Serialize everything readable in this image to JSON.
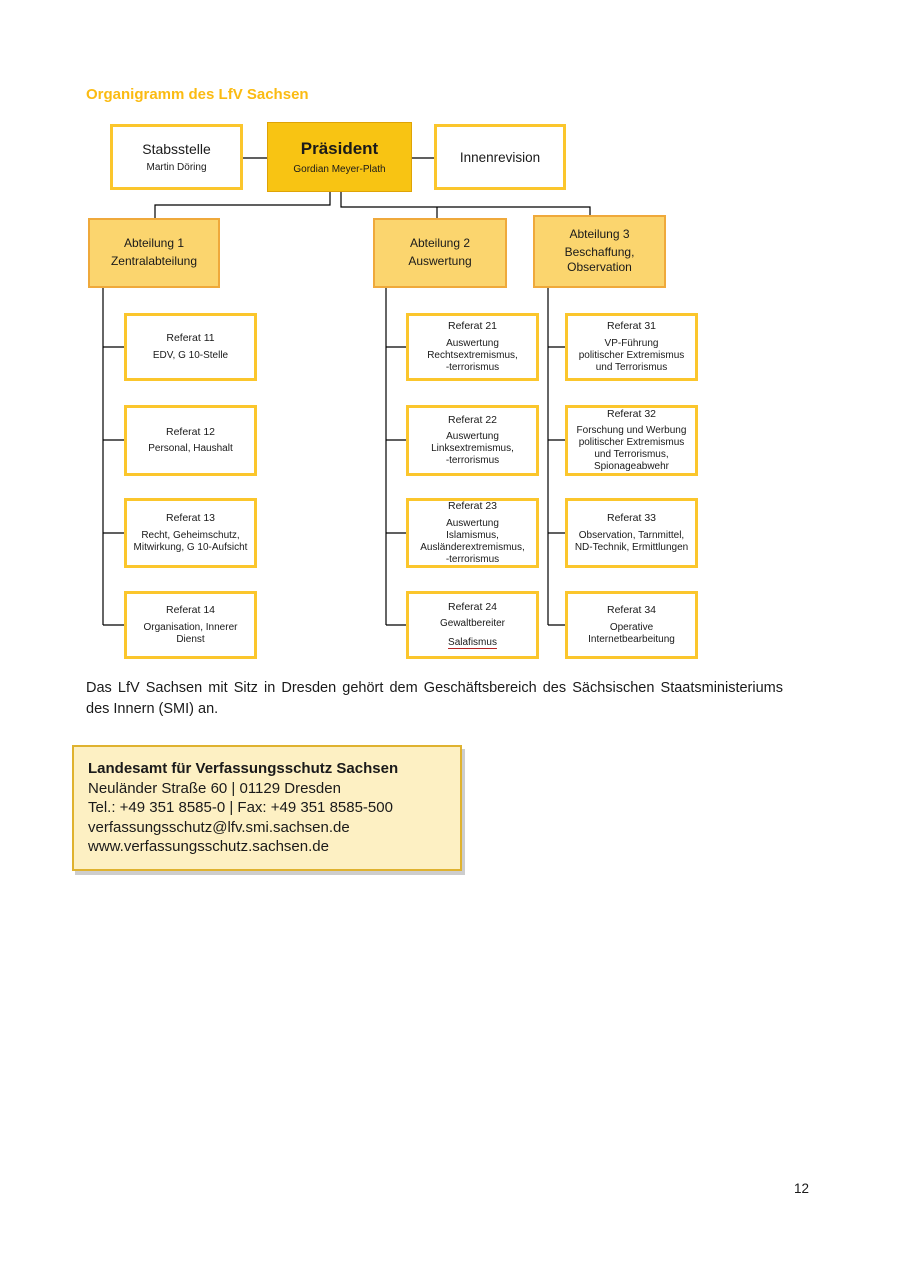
{
  "document": {
    "title": "Organigramm des LfV Sachsen",
    "paragraph": "Das LfV Sachsen mit Sitz in Dresden gehört dem Geschäftsbereich des Sächsischen Staatsministeriums des Innern (SMI) an.",
    "page_number": "12"
  },
  "org_chart": {
    "top_row": {
      "stabsstelle": {
        "title": "Stabsstelle",
        "person": "Martin Döring"
      },
      "praesident": {
        "title": "Präsident",
        "person": "Gordian Meyer-Plath"
      },
      "innenrevision": {
        "title": "Innenrevision"
      }
    },
    "abteilungen": [
      {
        "name": "Abteilung 1",
        "desc": "Zentralabteilung"
      },
      {
        "name": "Abteilung 2",
        "desc": "Auswertung"
      },
      {
        "name": "Abteilung 3",
        "desc": "Beschaffung, Observation"
      }
    ],
    "referate": [
      {
        "title": "Referat 11",
        "lines": [
          "EDV, G 10-Stelle"
        ]
      },
      {
        "title": "Referat 12",
        "lines": [
          "Personal, Haushalt"
        ]
      },
      {
        "title": "Referat 13",
        "lines": [
          "Recht, Geheimschutz,",
          "Mitwirkung, G 10-Aufsicht"
        ]
      },
      {
        "title": "Referat 14",
        "lines": [
          "Organisation, Innerer",
          "Dienst"
        ]
      },
      {
        "title": "Referat 21",
        "lines": [
          "Auswertung",
          "Rechtsextremismus,",
          "-terrorismus"
        ]
      },
      {
        "title": "Referat 22",
        "lines": [
          "Auswertung",
          "Linksextremismus,",
          "-terrorismus"
        ]
      },
      {
        "title": "Referat 23",
        "lines": [
          "Auswertung",
          "Islamismus,",
          "Ausländerextremismus,",
          "-terrorismus"
        ]
      },
      {
        "title": "Referat 24",
        "lines": [
          "Gewaltbereiter",
          "Salafismus"
        ]
      },
      {
        "title": "Referat 31",
        "lines": [
          "VP-Führung",
          "politischer Extremismus",
          "und Terrorismus"
        ]
      },
      {
        "title": "Referat 32",
        "lines": [
          "Forschung und Werbung",
          "politischer Extremismus",
          "und Terrorismus,",
          "Spionageabwehr"
        ]
      },
      {
        "title": "Referat 33",
        "lines": [
          "Observation, Tarnmittel,",
          "ND-Technik, Ermittlungen"
        ]
      },
      {
        "title": "Referat 34",
        "lines": [
          "Operative",
          "Internetbearbeitung"
        ]
      }
    ]
  },
  "infobox": {
    "org_name": "Landesamt für Verfassungsschutz Sachsen",
    "address": "Neuländer Straße 60 | 01129 Dresden",
    "phone_fax": "Tel.: +49 351 8585-0 | Fax: +49 351 8585-500",
    "email": "verfassungsschutz@lfv.smi.sachsen.de",
    "website": "www.verfassungsschutz.sachsen.de"
  },
  "colors": {
    "title-gold": "#FBBB12",
    "president-fill": "#F8C413",
    "president-border": "#DFA306",
    "box-border-gold": "#FBC62C",
    "abteilung-fill": "#FBD56E",
    "abteilung-border": "#EFA93B",
    "infobox-fill": "#FDF0C3",
    "infobox-border": "#DFB22F",
    "connector": "#000000",
    "text": "#1A1A1A",
    "salafismus-underline": "#B22222"
  }
}
